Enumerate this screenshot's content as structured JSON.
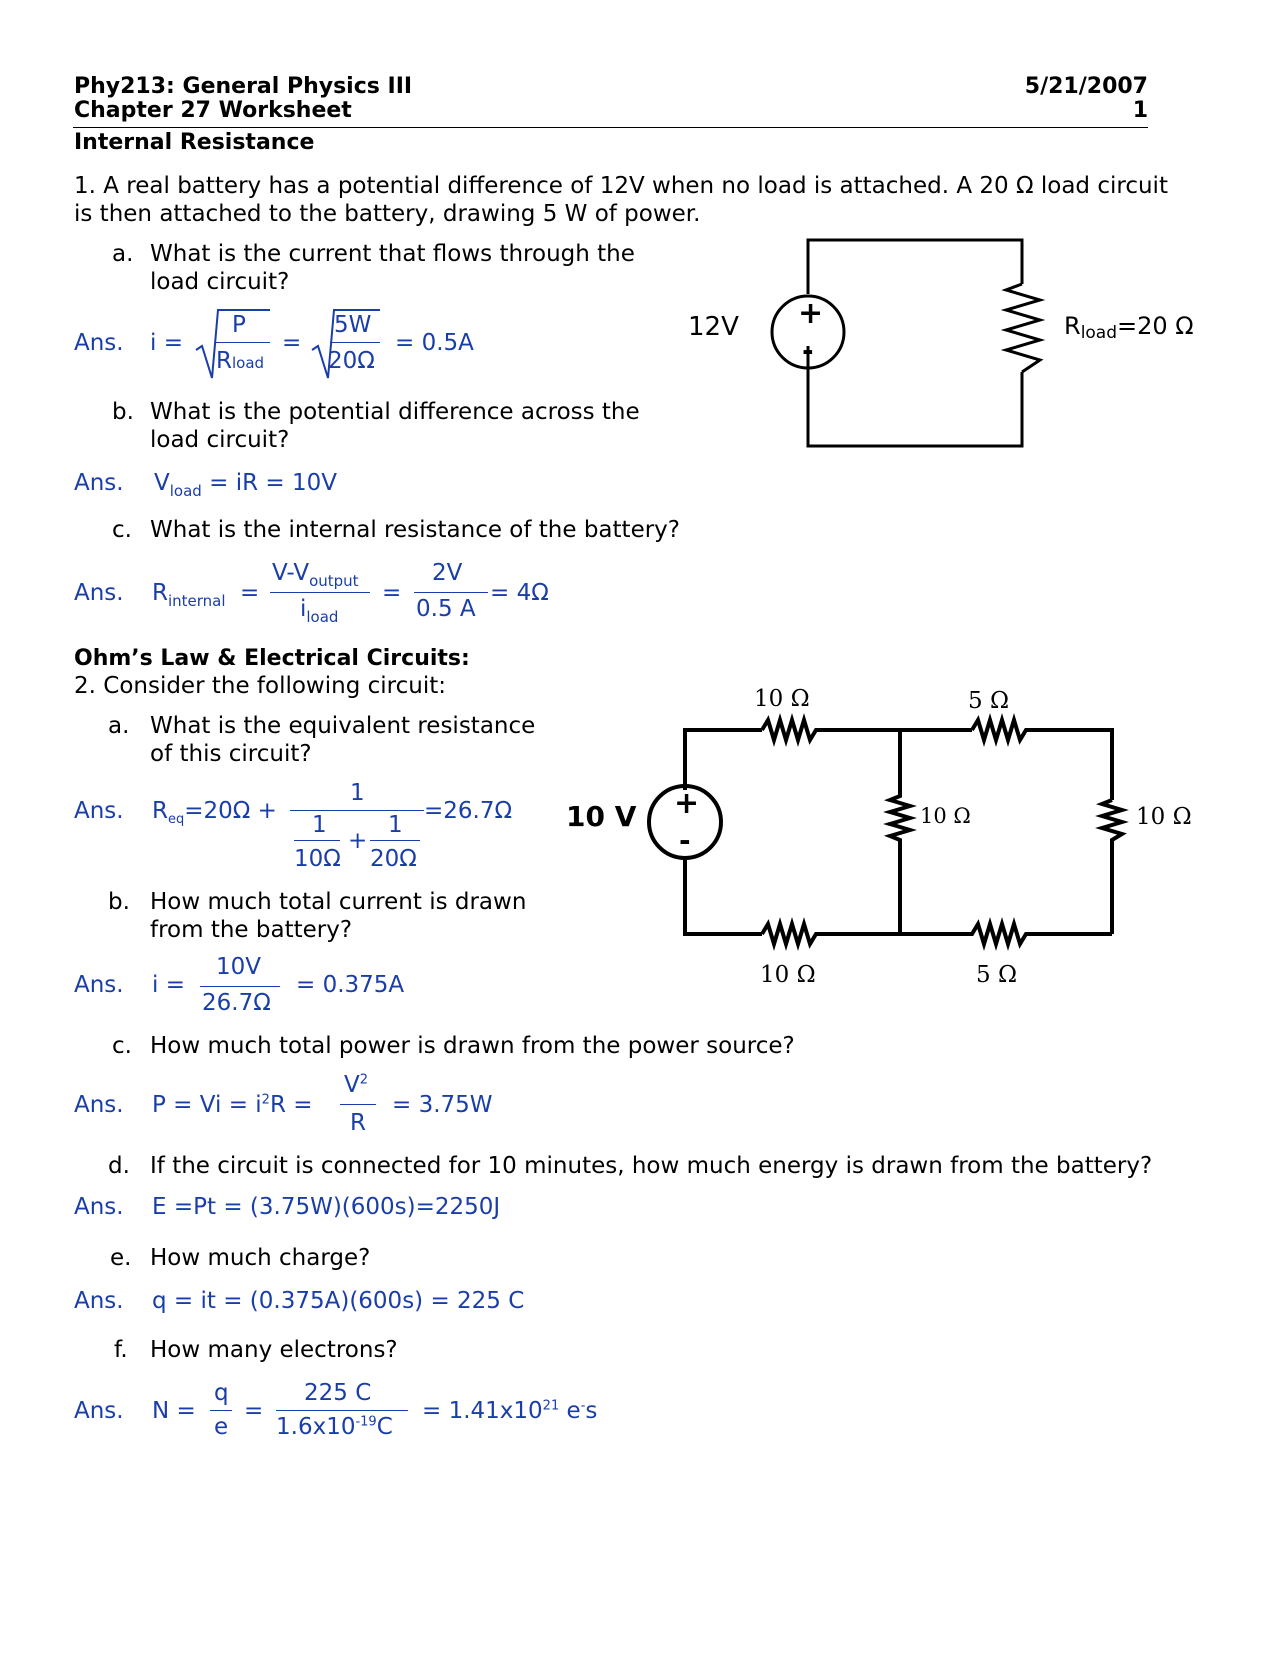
{
  "header": {
    "course": "Phy213: General Physics III",
    "chapter": "Chapter 27 Worksheet",
    "date": "5/21/2007",
    "page": "1"
  },
  "section1": {
    "title": "Internal Resistance",
    "problem_line1": "1. A real battery has a potential difference of 12V when no load is attached.  A 20 Ω load circuit",
    "problem_line2": "is then attached to the battery, drawing 5 W of power.",
    "qa_label": "a.",
    "qa_line1": "What is the current that flows through the",
    "qa_line2": "load circuit?",
    "qb_label": "b.",
    "qb_line1": "What is the potential difference across the",
    "qb_line2": "load circuit?",
    "qc_label": "c.",
    "qc_line1": "What is the internal resistance of the battery?",
    "ans_label": "Ans.",
    "ans_a": {
      "lhs": "i =",
      "f1_num": "P",
      "f1_den": "R",
      "f1_den_sub": "load",
      "eq": "=",
      "f2_num": "5W",
      "f2_den": "20Ω",
      "result": "= 0.5A"
    },
    "ans_b": {
      "v": "V",
      "v_sub": "load",
      "rest": "= iR = 10V"
    },
    "ans_c": {
      "r": "R",
      "r_sub": "internal",
      "eq1": "=",
      "f1_num": "V-V",
      "f1_num_sub": "output",
      "f1_den": "i",
      "f1_den_sub": "load",
      "eq2": "=",
      "f2_num": "2V",
      "f2_den": "0.5 A",
      "result": "= 4Ω"
    },
    "circuit": {
      "source_label": "12V",
      "plus": "+",
      "minus": "-",
      "load_label": "R",
      "load_sub": "load",
      "load_value": "=20 Ω"
    }
  },
  "section2": {
    "title": "Ohm’s Law & Electrical Circuits:",
    "problem": "2. Consider the following circuit:",
    "qa_label": "a.",
    "qa_line1": "What is the equivalent resistance",
    "qa_line2": "of this circuit?",
    "qb_label": "b.",
    "qb_line1": "How much total current is drawn",
    "qb_line2": "from the battery?",
    "qc_label": "c.",
    "qc_line1": "How much total power is drawn from the power source?",
    "qd_label": "d.",
    "qd_line1": "If the circuit is connected for 10 minutes, how much energy is drawn from the battery?",
    "qe_label": "e.",
    "qe_line1": "How much charge?",
    "qf_label": "f.",
    "qf_line1": "How many electrons?",
    "ans_label": "Ans.",
    "ans_a": {
      "r": "R",
      "r_sub": "eq",
      "mid": "=20Ω +",
      "one": "1",
      "a_num": "1",
      "a_den": "10Ω",
      "plus": "+",
      "b_num": "1",
      "b_den": "20Ω",
      "result": "=26.7Ω"
    },
    "ans_b": {
      "lhs": "i =",
      "num": "10V",
      "den": "26.7Ω",
      "result": "= 0.375A"
    },
    "ans_c": {
      "lhs": "P = Vi = i",
      "sup": "2",
      "mid": "R =",
      "num": "V",
      "num_sup": "2",
      "den": "R",
      "result": "= 3.75W"
    },
    "ans_d": {
      "text": "E =Pt =  (3.75W)(600s)=2250J"
    },
    "ans_e": {
      "text": "q = it =  (0.375A)(600s)  = 225 C"
    },
    "ans_f": {
      "lhs": "N =",
      "f1_num": "q",
      "f1_den": "e",
      "eq": "=",
      "f2_num": "225 C",
      "f2_den_a": "1.6x10",
      "f2_den_sup": "-19",
      "f2_den_b": "C",
      "result_a": "= 1.41x10",
      "result_sup": "21",
      "result_b": " e",
      "result_sup2": "-",
      "result_c": "s"
    },
    "circuit": {
      "source_label": "10 V",
      "plus": "+",
      "minus": "-",
      "r_top_left": "10 Ω",
      "r_top_right": "5 Ω",
      "r_mid": "10 Ω",
      "r_right": "10 Ω",
      "r_bot_left": "10 Ω",
      "r_bot_right": "5 Ω"
    }
  }
}
